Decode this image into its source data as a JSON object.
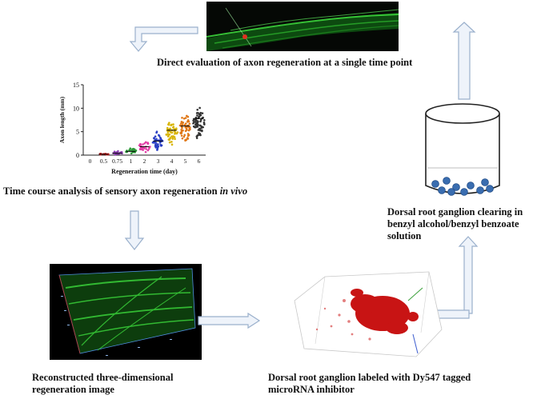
{
  "captions": {
    "top": "Direct evaluation of axon regeneration at a single time point",
    "timecourse": "Time course analysis of sensory axon regeneration ",
    "timecourse_italic": "in vivo",
    "clearing": "Dorsal root ganglion clearing in benzyl alcohol/benzyl benzoate solution",
    "reconstructed": "Reconstructed three-dimensional regeneration image",
    "labeled": "Dorsal root ganglion labeled with Dy547 tagged microRNA inhibitor"
  },
  "chart_data": {
    "type": "scatter",
    "xlabel": "Regeneration time (day)",
    "ylabel": "Axon length (mm)",
    "ylim": [
      0,
      15
    ],
    "yticks": [
      0,
      5,
      10,
      15
    ],
    "x_tick_labels": [
      "0",
      "0.5",
      "0.75",
      "1",
      "2",
      "3",
      "4",
      "5",
      "6"
    ],
    "series": [
      {
        "x": "0.5",
        "mean": 0.2,
        "min": 0.0,
        "max": 0.5,
        "n": 14,
        "color": "#d42020"
      },
      {
        "x": "0.75",
        "mean": 0.4,
        "min": 0.0,
        "max": 1.0,
        "n": 18,
        "color": "#8a3fb0"
      },
      {
        "x": "1",
        "mean": 0.8,
        "min": 0.1,
        "max": 1.8,
        "n": 22,
        "color": "#2f9a3a"
      },
      {
        "x": "2",
        "mean": 1.8,
        "min": 0.2,
        "max": 3.5,
        "n": 34,
        "color": "#e23da6"
      },
      {
        "x": "3",
        "mean": 3.0,
        "min": 0.5,
        "max": 5.5,
        "n": 46,
        "color": "#2a3fc4"
      },
      {
        "x": "4",
        "mean": 5.3,
        "min": 1.5,
        "max": 8.3,
        "n": 54,
        "color": "#d8b400"
      },
      {
        "x": "5",
        "mean": 6.2,
        "min": 2.0,
        "max": 9.5,
        "n": 60,
        "color": "#e07818"
      },
      {
        "x": "6",
        "mean": 7.8,
        "min": 3.0,
        "max": 11.0,
        "n": 66,
        "color": "#333333"
      }
    ]
  }
}
